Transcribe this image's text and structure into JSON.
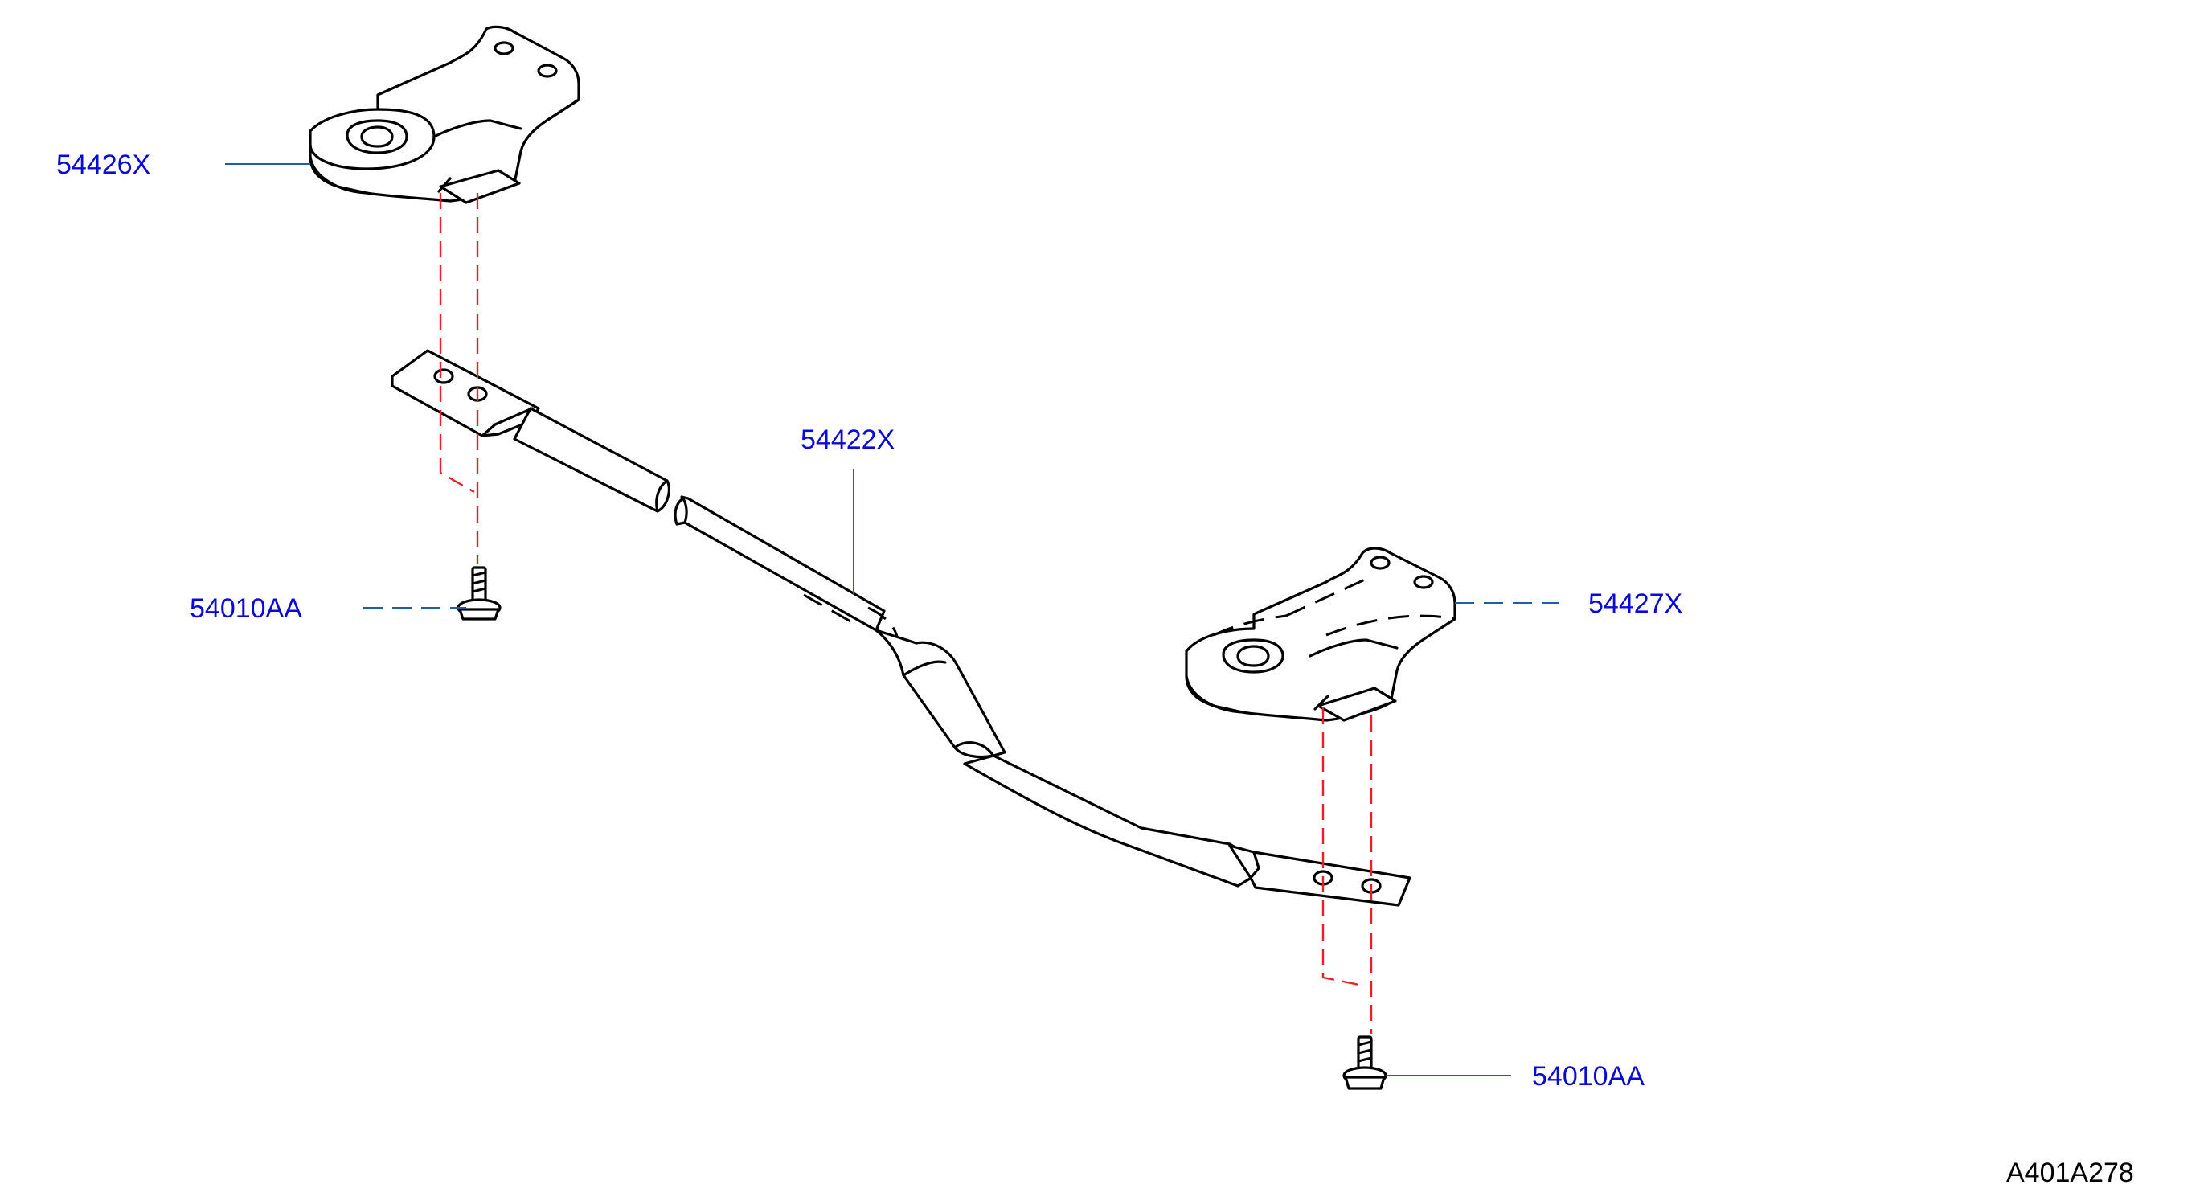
{
  "diagram": {
    "drawing_code": "A401A278",
    "label_color": "#0a0ad6",
    "line_color": "#000000",
    "alignment_line_color": "#e8202a",
    "leader_color": "#1f5fa8"
  },
  "callouts": {
    "bracket_left": "54426X",
    "crossmember": "54422X",
    "bracket_right": "54427X",
    "bolt_left": "54010AA",
    "bolt_right": "54010AA"
  }
}
